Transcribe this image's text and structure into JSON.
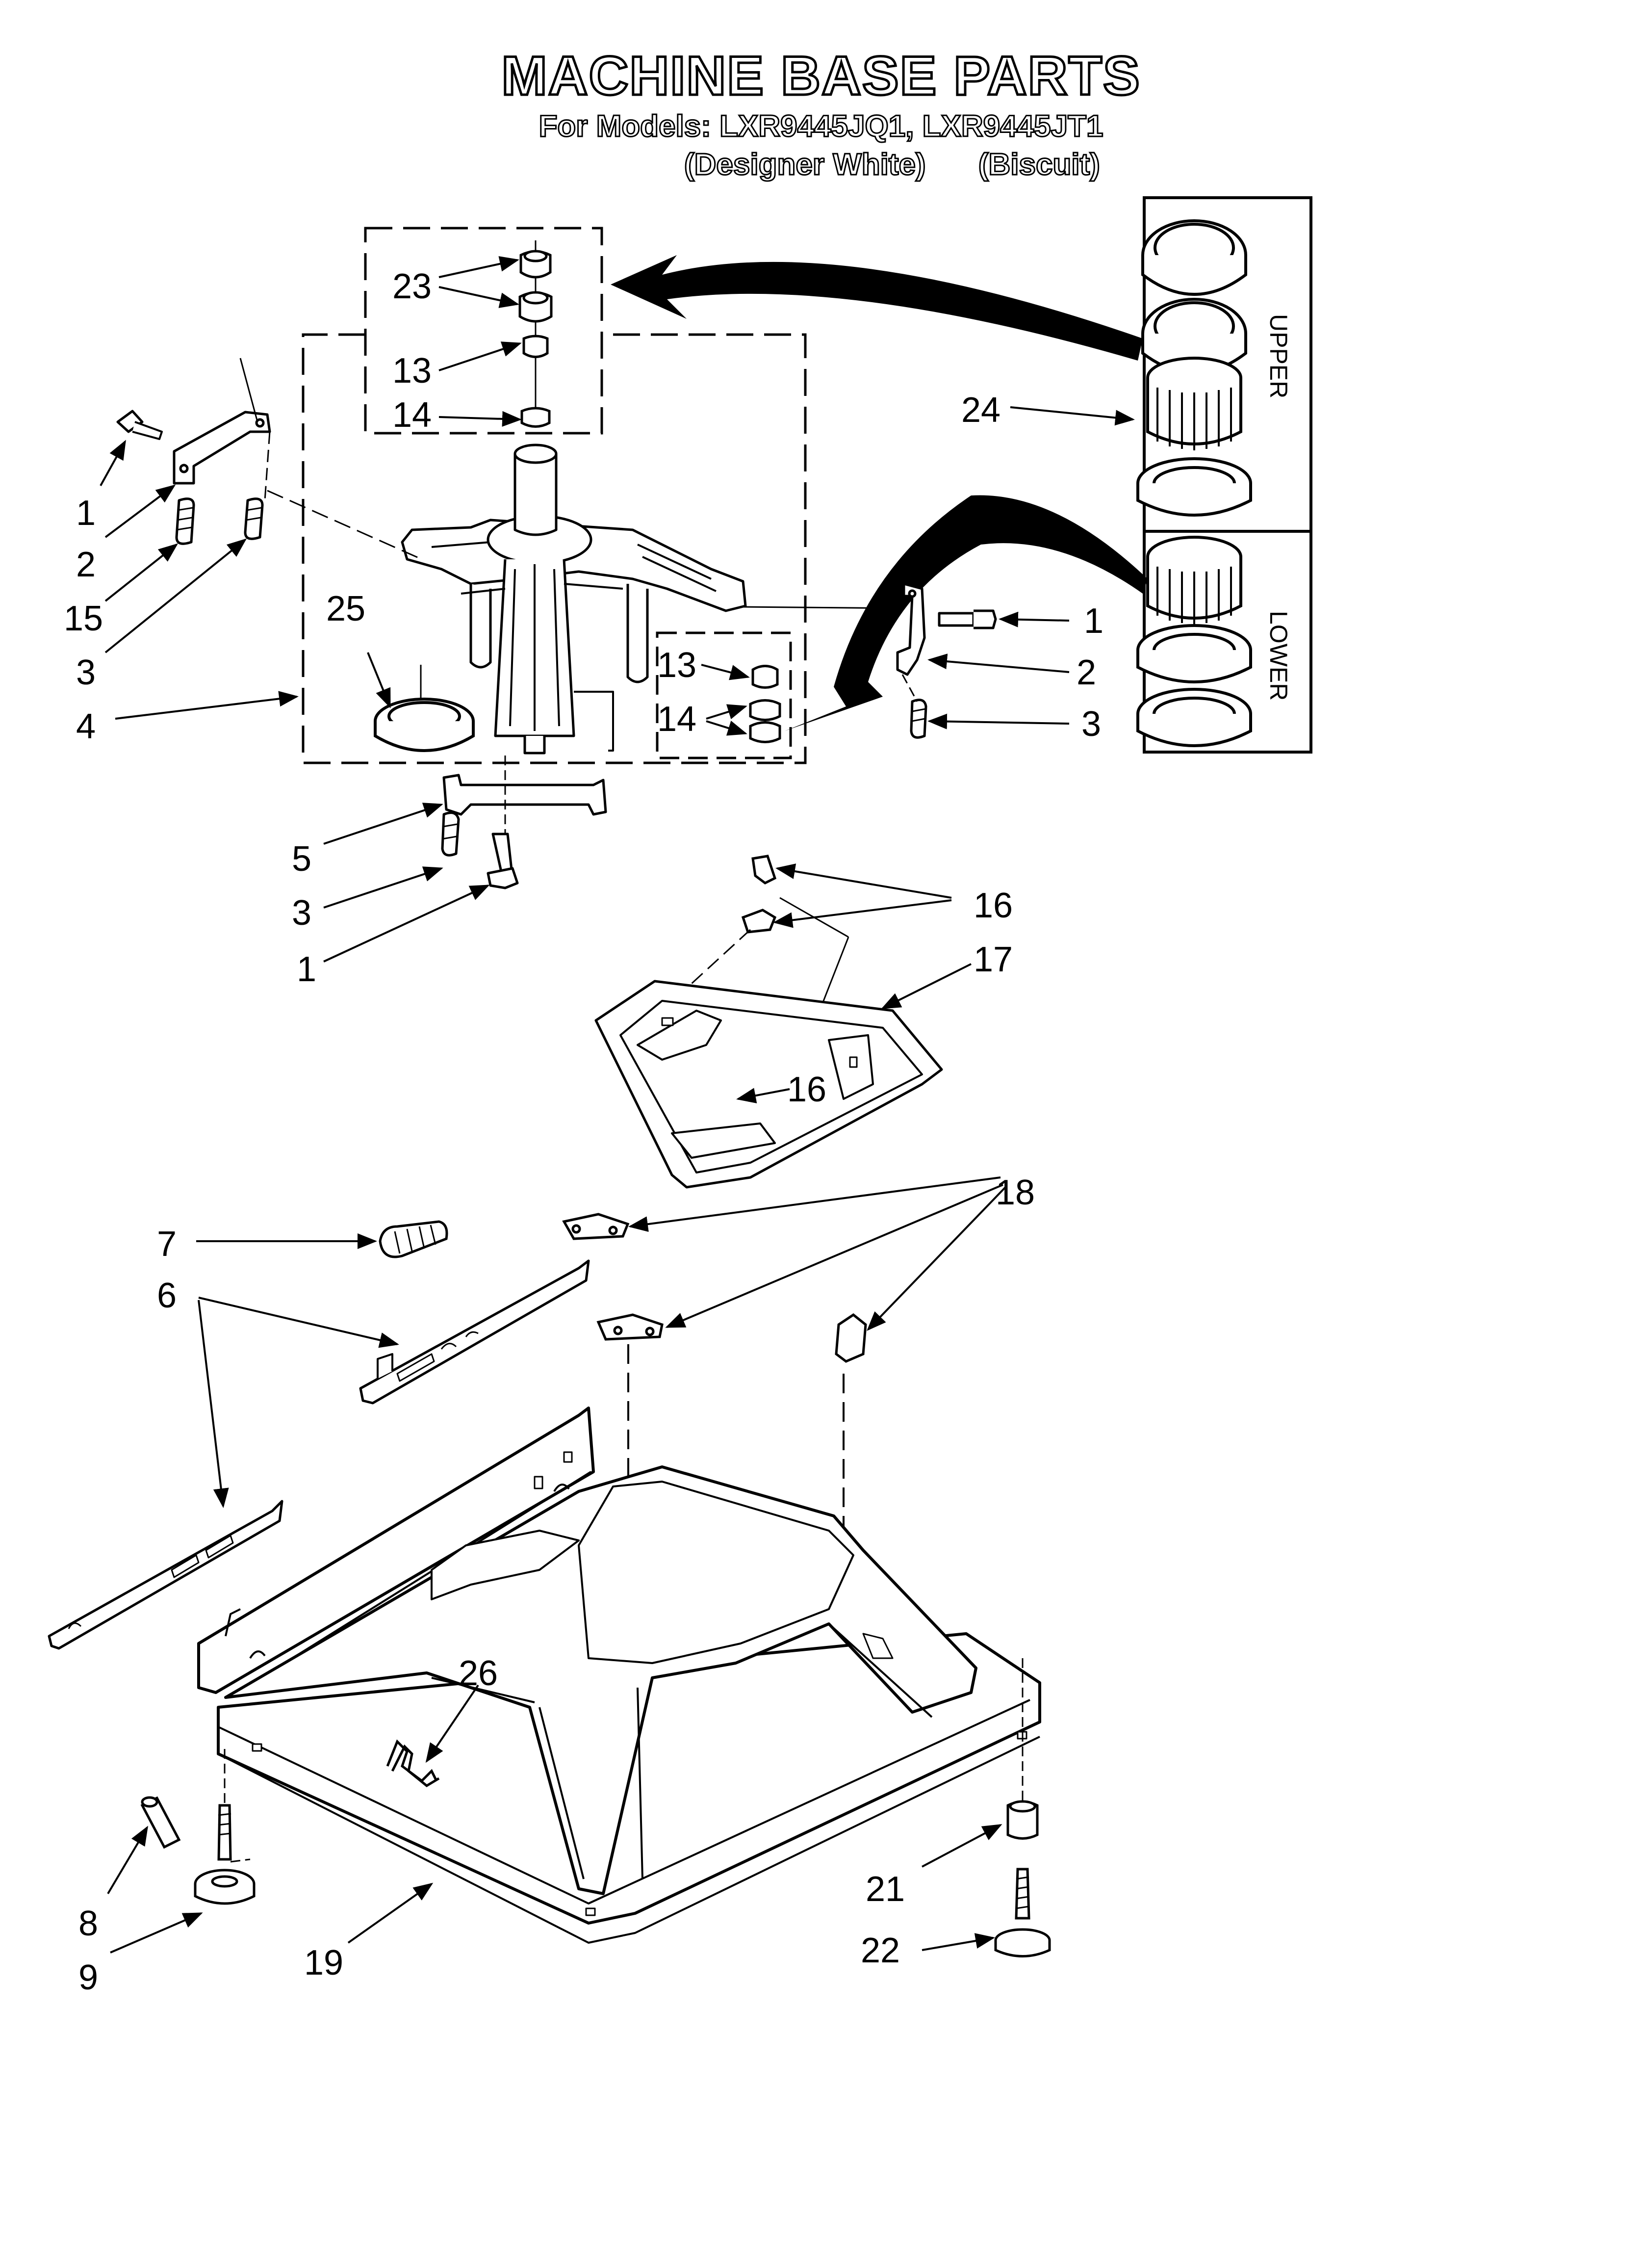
{
  "header": {
    "title": "MACHINE BASE PARTS",
    "models": "For Models: LXR9445JQ1, LXR9445JT1",
    "color_1": "(Designer White)",
    "color_2": "(Biscuit)"
  },
  "side_labels": {
    "upper": "UPPER",
    "lower": "LOWER"
  },
  "callouts": [
    {
      "id": "c23",
      "text": "23"
    },
    {
      "id": "c13a",
      "text": "13"
    },
    {
      "id": "c14a",
      "text": "14"
    },
    {
      "id": "c24",
      "text": "24"
    },
    {
      "id": "c1a",
      "text": "1"
    },
    {
      "id": "c2a",
      "text": "2"
    },
    {
      "id": "c15",
      "text": "15"
    },
    {
      "id": "c3a",
      "text": "3"
    },
    {
      "id": "c4",
      "text": "4"
    },
    {
      "id": "c25",
      "text": "25"
    },
    {
      "id": "c13b",
      "text": "13"
    },
    {
      "id": "c14b",
      "text": "14"
    },
    {
      "id": "c1b",
      "text": "1"
    },
    {
      "id": "c2b",
      "text": "2"
    },
    {
      "id": "c3b",
      "text": "3"
    },
    {
      "id": "c5",
      "text": "5"
    },
    {
      "id": "c3c",
      "text": "3"
    },
    {
      "id": "c1c",
      "text": "1"
    },
    {
      "id": "c16a",
      "text": "16"
    },
    {
      "id": "c17",
      "text": "17"
    },
    {
      "id": "c16b",
      "text": "16"
    },
    {
      "id": "c18",
      "text": "18"
    },
    {
      "id": "c7",
      "text": "7"
    },
    {
      "id": "c6",
      "text": "6"
    },
    {
      "id": "c26",
      "text": "26"
    },
    {
      "id": "c8",
      "text": "8"
    },
    {
      "id": "c9",
      "text": "9"
    },
    {
      "id": "c19",
      "text": "19"
    },
    {
      "id": "c21",
      "text": "21"
    },
    {
      "id": "c22",
      "text": "22"
    }
  ]
}
